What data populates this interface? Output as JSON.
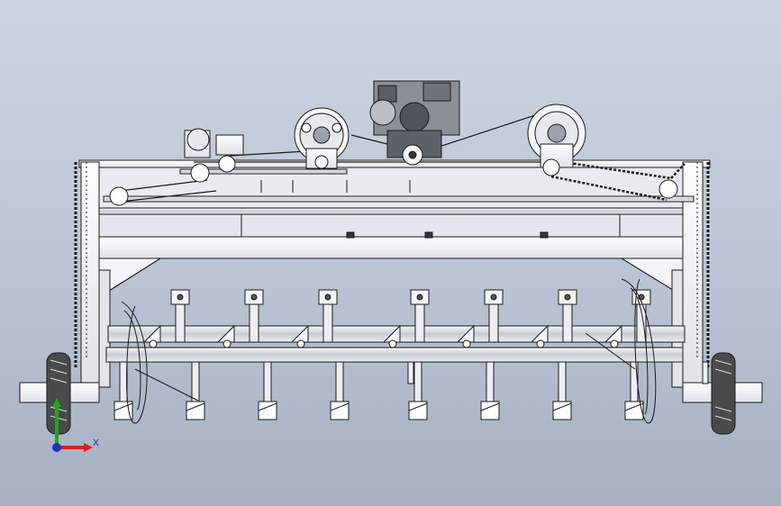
{
  "view": {
    "background_top": "#ccd4e1",
    "background_bottom": "#a6b0c2",
    "line_color": "#1b1b1b",
    "metal_color": "#f2f3f6"
  },
  "triad": {
    "x_label": "X",
    "x_color": "#d62020",
    "y_color": "#1fa81f",
    "z_color": "#1f2fbf"
  },
  "assembly": {
    "upper_shaft_blades": 7,
    "lower_shaft_tines": 8,
    "wheels": 2,
    "pulleys": 3,
    "engine": 1
  }
}
